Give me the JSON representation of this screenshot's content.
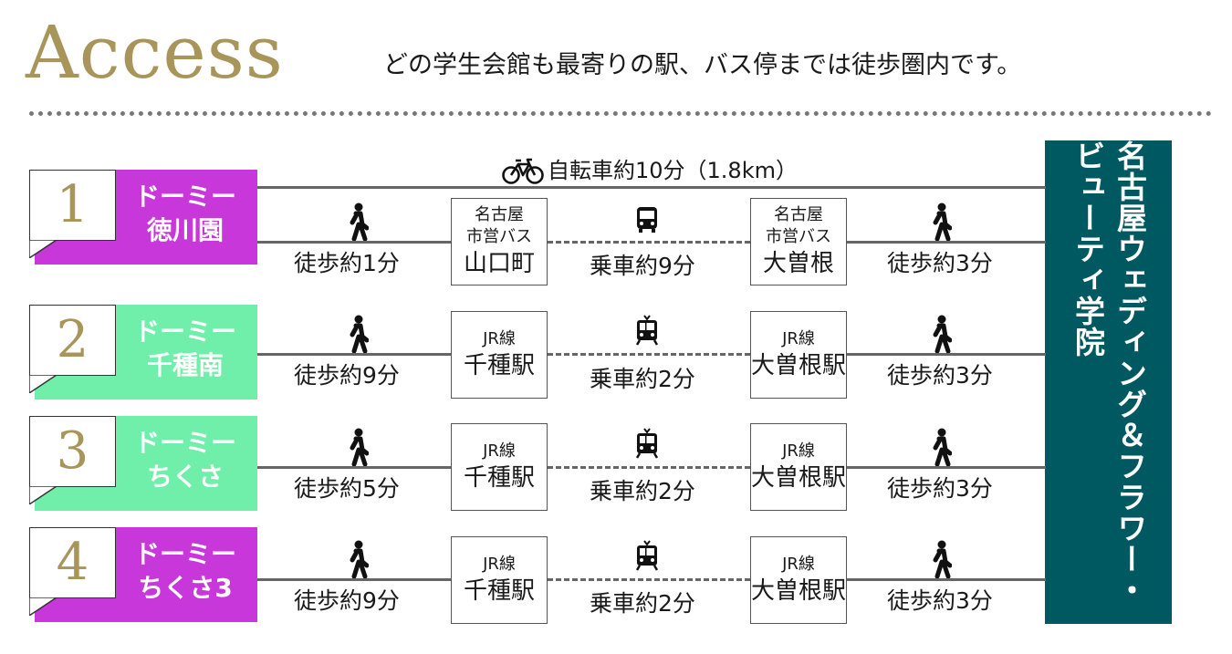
{
  "header": {
    "title": "Access",
    "subtitle": "どの学生会館も最寄りの駅、バス停までは徒歩圏内です。"
  },
  "colors": {
    "title_gold": "#a8955a",
    "magenta": "#c737d9",
    "mint": "#6fefa9",
    "teal": "#005860"
  },
  "destination": {
    "name": "名古屋ウェディング＆フラワー・ビューティ学院"
  },
  "bike": {
    "icon": "bicycle-icon",
    "label": "自転車約10分（1.8km）"
  },
  "routes": [
    {
      "number": "1",
      "label_line1": "ドーミー",
      "label_line2": "徳川園",
      "band_color": "#c737d9",
      "walk1": "徒歩約1分",
      "station1_op1": "名古屋",
      "station1_op2": "市営バス",
      "station1_name": "山口町",
      "transit_icon": "bus-icon",
      "ride": "乗車約9分",
      "station2_op1": "名古屋",
      "station2_op2": "市営バス",
      "station2_name": "大曽根",
      "walk2": "徒歩約3分"
    },
    {
      "number": "2",
      "label_line1": "ドーミー",
      "label_line2": "千種南",
      "band_color": "#6fefa9",
      "walk1": "徒歩約9分",
      "station1_op1": "JR線",
      "station1_name": "千種駅",
      "transit_icon": "train-icon",
      "ride": "乗車約2分",
      "station2_op1": "JR線",
      "station2_name": "大曽根駅",
      "walk2": "徒歩約3分"
    },
    {
      "number": "3",
      "label_line1": "ドーミー",
      "label_line2": "ちくさ",
      "band_color": "#6fefa9",
      "walk1": "徒歩約5分",
      "station1_op1": "JR線",
      "station1_name": "千種駅",
      "transit_icon": "train-icon",
      "ride": "乗車約2分",
      "station2_op1": "JR線",
      "station2_name": "大曽根駅",
      "walk2": "徒歩約3分"
    },
    {
      "number": "4",
      "label_line1": "ドーミー",
      "label_line2": "ちくさ3",
      "band_color": "#c737d9",
      "walk1": "徒歩約9分",
      "station1_op1": "JR線",
      "station1_name": "千種駅",
      "transit_icon": "train-icon",
      "ride": "乗車約2分",
      "station2_op1": "JR線",
      "station2_name": "大曽根駅",
      "walk2": "徒歩約3分"
    }
  ]
}
